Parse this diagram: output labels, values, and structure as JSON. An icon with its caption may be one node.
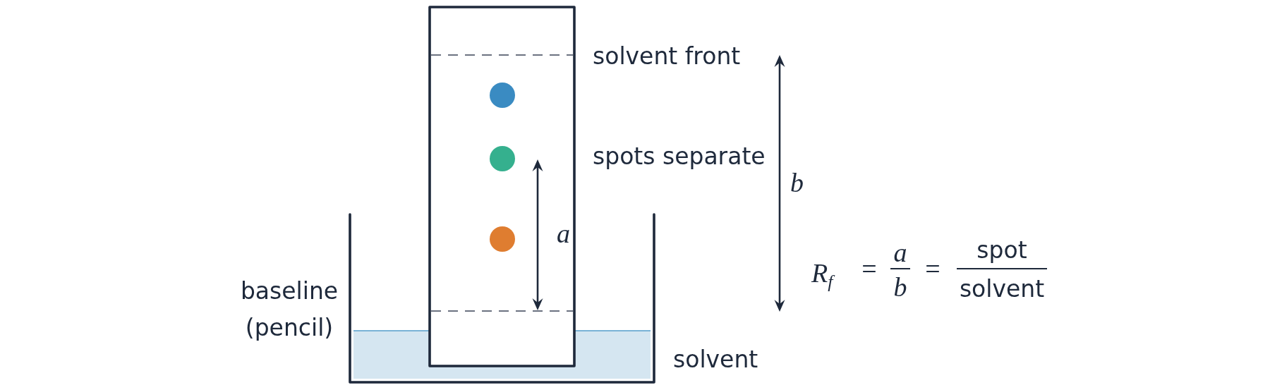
{
  "diagram": {
    "labels": [
      "solvent front",
      "spots separate",
      "b",
      "a",
      "R$_{f}$",
      "=",
      "a",
      "b",
      "=",
      "spot",
      "solvent",
      "baseline (pencil)",
      "solvent"
    ]
  }
}
